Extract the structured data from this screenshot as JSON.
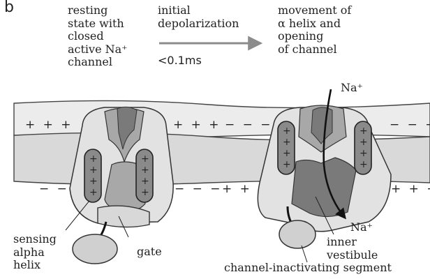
{
  "panel_label": "b",
  "states": {
    "resting": "resting\nstate with\nclosed\nactive Na⁺\nchannel",
    "initial": "initial\ndepolarization",
    "timing": "<0.1ms",
    "movement": "movement of\nα helix and\nopening\nof channel"
  },
  "charges": {
    "outer_positive": "+ + +",
    "outer_negative": "− − −",
    "inner_positive": "+ + +",
    "inner_negative": "− −",
    "inner_negative_mid": "− − −",
    "helix_positive": "+"
  },
  "labels": {
    "ion_top": "Na⁺",
    "ion_bottom": "Na⁺",
    "sensing": "sensing\nalpha\nhelix",
    "gate": "gate",
    "inner_vestibule": "inner\nvestibule",
    "inactivating": "channel-inactivating segment"
  },
  "colors": {
    "membrane": "#d9d9d9",
    "extracellular_band": "#ececec",
    "channel_light": "#e2e2e2",
    "channel_mid": "#a8a8a8",
    "channel_dark": "#7a7a7a",
    "helix": "#8a8a8a",
    "ball": "#d0d0d0",
    "arrow": "#8c8c8c"
  }
}
